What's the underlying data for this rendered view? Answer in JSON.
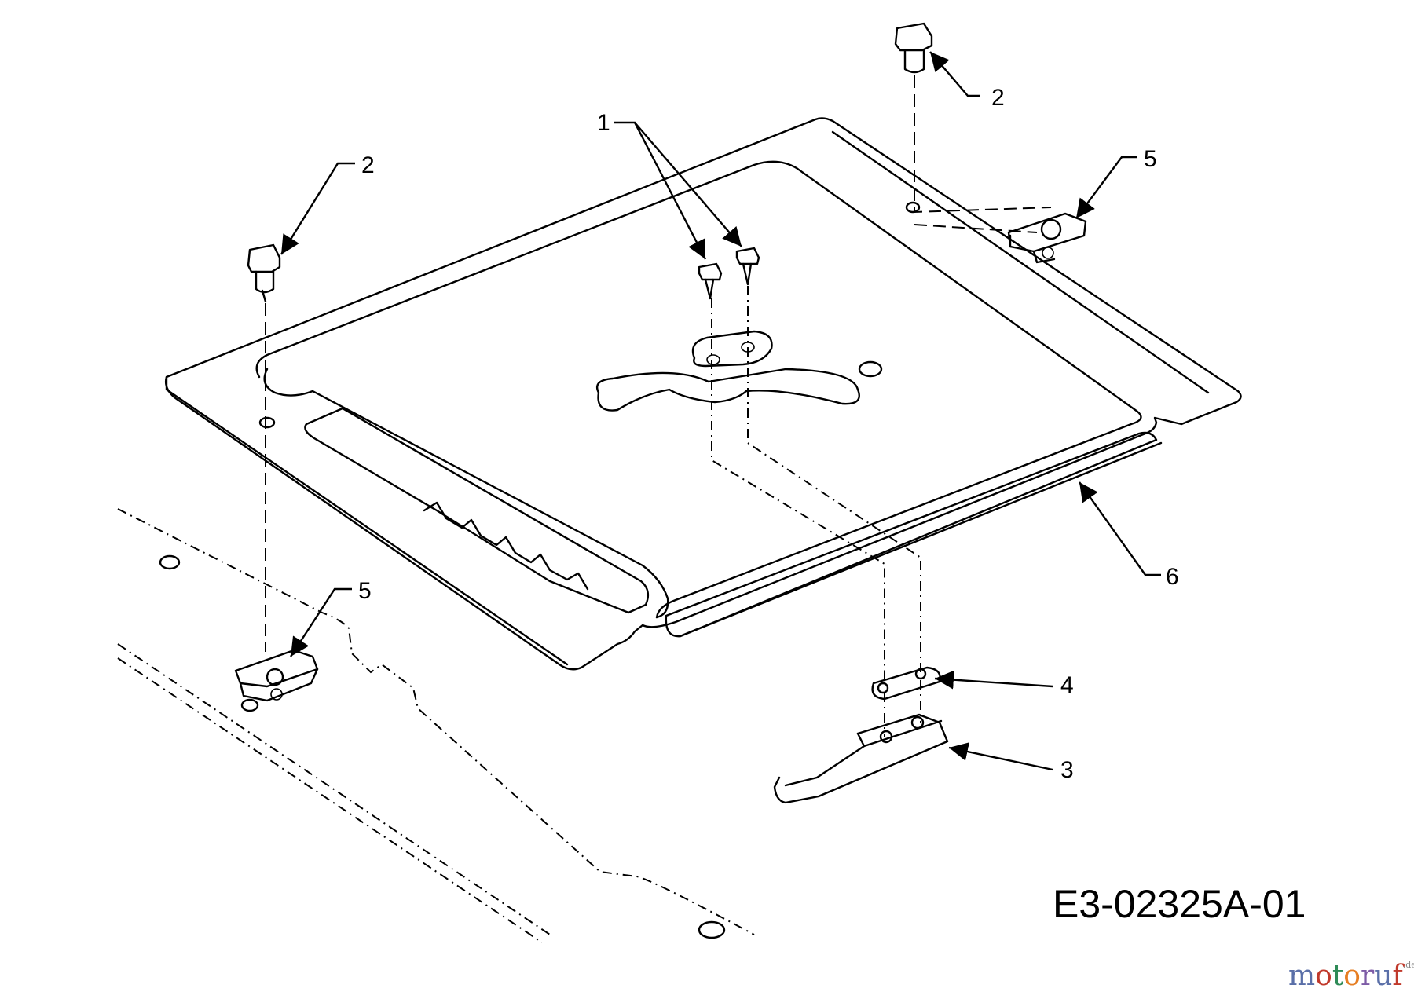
{
  "part_labels": [
    {
      "id": "1",
      "text": "1"
    },
    {
      "id": "2a",
      "text": "2"
    },
    {
      "id": "2b",
      "text": "2"
    },
    {
      "id": "5a",
      "text": "5"
    },
    {
      "id": "5b",
      "text": "5"
    },
    {
      "id": "6",
      "text": "6"
    },
    {
      "id": "4",
      "text": "4"
    },
    {
      "id": "3",
      "text": "3"
    }
  ],
  "drawing_code": "E3-02325A-01",
  "watermark": {
    "text": "motoruf",
    "suffix": ".de",
    "colors": [
      "#5a6fa8",
      "#c0392b",
      "#2e8b57",
      "#e67e22",
      "#7d5ba6"
    ]
  }
}
